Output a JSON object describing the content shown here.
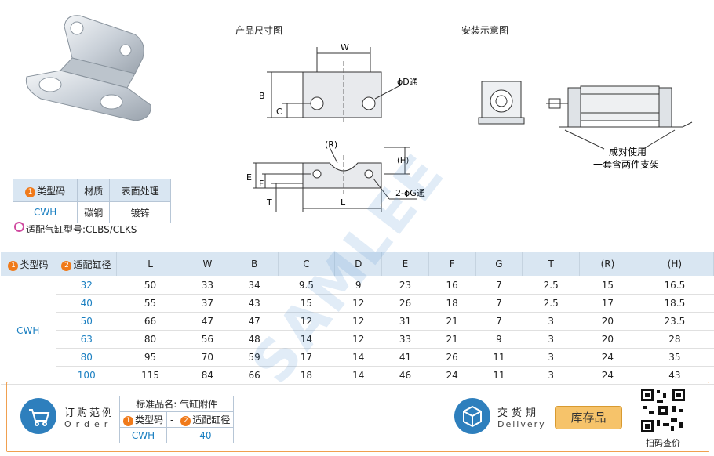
{
  "header": {
    "dimension_title": "产品尺寸图",
    "install_title": "安装示意图",
    "install_caption_1": "成对使用",
    "install_caption_2": "一套含两件支架"
  },
  "drawing_labels": {
    "w": "W",
    "b": "B",
    "c": "C",
    "d_through": "ϕD通",
    "r": "(R)",
    "h": "(H)",
    "e": "E",
    "f": "F",
    "t": "T",
    "l": "L",
    "g_through": "2-ϕG通"
  },
  "spec_table": {
    "headers": [
      "类型码",
      "材质",
      "表面处理"
    ],
    "header_num": "1",
    "row": [
      "CWH",
      "碳钢",
      "镀锌"
    ]
  },
  "fit_note": "适配气缸型号:CLBS/CLKS",
  "main_table": {
    "headers": [
      "类型码",
      "适配缸径",
      "L",
      "W",
      "B",
      "C",
      "D",
      "E",
      "F",
      "G",
      "T",
      "(R)",
      "(H)"
    ],
    "header_nums": [
      "1",
      "2"
    ],
    "model": "CWH",
    "rows": [
      [
        "32",
        "50",
        "33",
        "34",
        "9.5",
        "9",
        "23",
        "16",
        "7",
        "2.5",
        "15",
        "16.5"
      ],
      [
        "40",
        "55",
        "37",
        "43",
        "15",
        "12",
        "26",
        "18",
        "7",
        "2.5",
        "17",
        "18.5"
      ],
      [
        "50",
        "66",
        "47",
        "47",
        "12",
        "12",
        "31",
        "21",
        "7",
        "3",
        "20",
        "23.5"
      ],
      [
        "63",
        "80",
        "56",
        "48",
        "14",
        "12",
        "33",
        "21",
        "9",
        "3",
        "20",
        "28"
      ],
      [
        "80",
        "95",
        "70",
        "59",
        "17",
        "14",
        "41",
        "26",
        "11",
        "3",
        "24",
        "35"
      ],
      [
        "100",
        "115",
        "84",
        "66",
        "18",
        "14",
        "46",
        "24",
        "11",
        "3",
        "24",
        "43"
      ]
    ]
  },
  "watermark": "SAMLEE",
  "order": {
    "title_cn": "订购范例",
    "title_en": "Order",
    "std_name": "标准品名: 气缸附件",
    "col1": "类型码",
    "dash": "-",
    "col2": "适配缸径",
    "val1": "CWH",
    "val2": "40",
    "num1": "1",
    "num2": "2"
  },
  "delivery": {
    "title_cn": "交货期",
    "title_en": "Delivery",
    "stock": "库存品"
  },
  "qr": {
    "label": "扫码查价"
  },
  "colors": {
    "accent_blue": "#1a7fc1",
    "header_bg": "#d9e6f2",
    "orange": "#f07a1a",
    "border_orange": "#f0a050",
    "stock_bg": "#f6c36a"
  }
}
